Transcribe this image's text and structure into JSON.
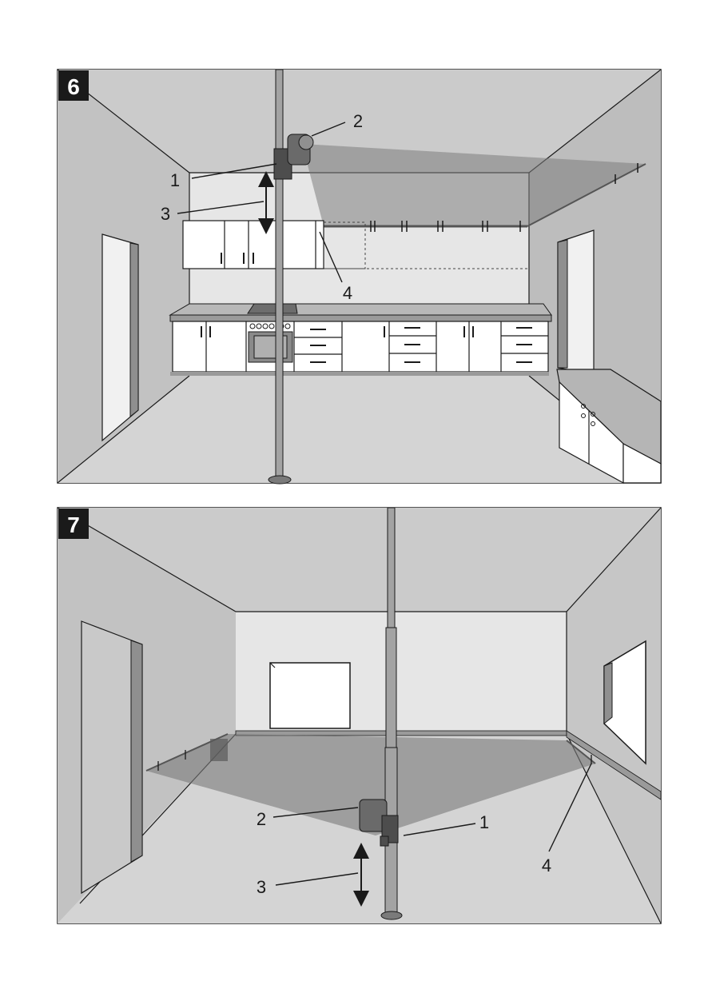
{
  "figures": [
    {
      "badge": "6",
      "callouts": {
        "c1": "1",
        "c2": "2",
        "c3": "3",
        "c4": "4"
      }
    },
    {
      "badge": "7",
      "callouts": {
        "c1": "1",
        "c2": "2",
        "c3": "3",
        "c4": "4"
      }
    }
  ],
  "colors": {
    "ceiling": "#cfcfcf",
    "back_wall": "#e4e4e4",
    "side_wall": "#bdbdbd",
    "floor": "#d6d6d6",
    "laser_plane": "#8a8a8a",
    "pole": "#9a9a9a",
    "badge_bg": "#1a1a1a"
  },
  "icons": [
    "laser-level-device",
    "telescopic-pole",
    "double-arrow-icon"
  ]
}
